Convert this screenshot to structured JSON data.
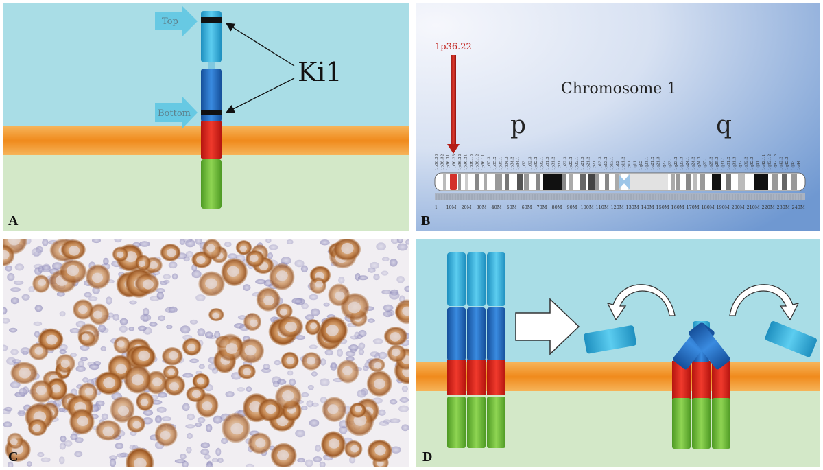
{
  "figure": {
    "panelA": {
      "letter": "A",
      "arrow_top_label": "Top",
      "arrow_bottom_label": "Bottom",
      "callout_label": "Ki1",
      "colors": {
        "extracellular": "#a9dde6",
        "membrane": "#f39a2e",
        "cytoplasm": "#d3e8c8",
        "top_domain": "#2fb3dc",
        "mid_domain": "#1f6fc1",
        "tm_domain": "#e02a24",
        "cyto_domain": "#6cbf3c",
        "ki1_band": "#111111"
      }
    },
    "panelB": {
      "letter": "B",
      "title": "Chromosome 1",
      "p_arm_label": "p",
      "q_arm_label": "q",
      "locus_label": "1p36.22",
      "colors": {
        "locus": "#d3302a",
        "background_light": "#f3f5fb",
        "background_dark": "#7fa3d6"
      },
      "band_labels": [
        "1p36.33",
        "1p36.32",
        "1p36.31",
        "1p36.23",
        "1p36.22",
        "1p36.21",
        "1p36.13",
        "1p36.12",
        "1p36.11",
        "1p35.3",
        "1p35.2",
        "1p35.1",
        "1p34.3",
        "1p34.2",
        "1p34.1",
        "1p33",
        "1p32.3",
        "1p32.2",
        "1p32.1",
        "1p31.3",
        "1p31.2",
        "1p31.1",
        "1p22.3",
        "1p22.2",
        "1p22.1",
        "1p21.3",
        "1p21.2",
        "1p21.1",
        "1p13.3",
        "1p13.2",
        "1p13.1",
        "1p12",
        "1p11.2",
        "1p11.1",
        "1q11",
        "1q12",
        "1q21.1",
        "1q21.2",
        "1q21.3",
        "1q22",
        "1q23.1",
        "1q23.2",
        "1q23.3",
        "1q24.1",
        "1q24.2",
        "1q24.3",
        "1q25.1",
        "1q25.2",
        "1q25.3",
        "1q31.1",
        "1q31.2",
        "1q31.3",
        "1q32.1",
        "1q32.2",
        "1q32.3",
        "1q41",
        "1q42.11",
        "1q42.12",
        "1q42.13",
        "1q42.2",
        "1q42.3",
        "1q43",
        "1q44"
      ],
      "scale_labels": [
        "1",
        "10M",
        "20M",
        "30M",
        "40M",
        "50M",
        "60M",
        "70M",
        "80M",
        "90M",
        "100M",
        "110M",
        "120M",
        "130M",
        "140M",
        "150M",
        "160M",
        "170M",
        "180M",
        "190M",
        "200M",
        "210M",
        "220M",
        "230M",
        "240M"
      ]
    },
    "panelC": {
      "letter": "C",
      "image_description_icon": "ihc-micrograph-icon"
    },
    "panelD": {
      "letter": "D",
      "icons": [
        "block-arrow-right-icon",
        "curved-arrow-left-icon",
        "curved-arrow-right-icon"
      ]
    }
  }
}
